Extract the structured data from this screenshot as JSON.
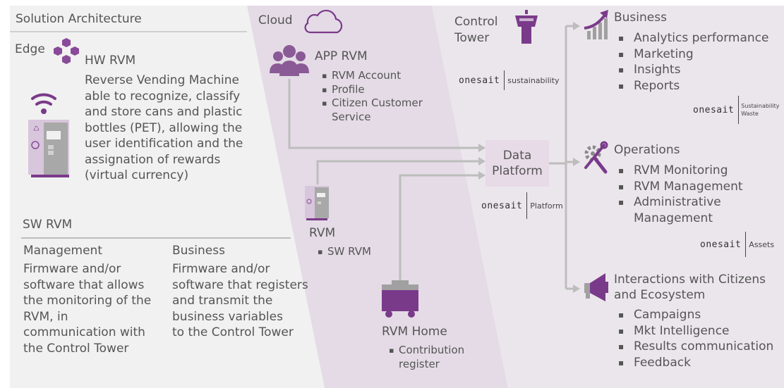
{
  "title": "Solution Architecture",
  "edge": {
    "label": "Edge",
    "hw_rvm": {
      "heading": "HW RVM",
      "lines": [
        "Reverse Vending Machine",
        "able to recognize, classify",
        "and store cans and plastic",
        "bottles (PET), allowing the",
        "user identification and the",
        "assignation of rewards",
        "(virtual currency)"
      ]
    },
    "sw_rvm": {
      "heading": "SW RVM",
      "management": {
        "heading": "Management",
        "lines": [
          "Firmware and/or",
          "software that allows",
          "the monitoring of the",
          "RVM, in",
          "communication with",
          "the Control Tower"
        ]
      },
      "business": {
        "heading": "Business",
        "lines": [
          "Firmware and/or",
          "software that registers",
          "and transmit the",
          "business variables",
          "to the Control Tower"
        ]
      }
    }
  },
  "cloud": {
    "label": "Cloud",
    "app_rvm": {
      "heading": "APP RVM",
      "items": [
        "RVM Account",
        "Profile",
        "Citizen Customer",
        "Service"
      ]
    },
    "rvm": {
      "heading": "RVM",
      "items": [
        "SW RVM"
      ]
    },
    "rvm_home": {
      "heading": "RVM Home",
      "items": [
        "Contribution",
        "register"
      ]
    }
  },
  "control_tower": {
    "label_line1": "Control",
    "label_line2": "Tower",
    "data_platform_line1": "Data",
    "data_platform_line2": "Platform",
    "onesait_brand": "onesait",
    "products": {
      "sustainability": "sustainability",
      "platform": "Platform",
      "sustainability_waste_line1": "Sustainability",
      "sustainability_waste_line2": "Waste",
      "assets": "Assets"
    },
    "business": {
      "heading": "Business",
      "items": [
        "Analytics performance",
        "Marketing",
        "Insights",
        "Reports"
      ]
    },
    "operations": {
      "heading": "Operations",
      "items": [
        "RVM Monitoring",
        "RVM Management",
        "Administrative",
        "Management"
      ]
    },
    "interactions": {
      "heading_line1": "Interactions with Citizens",
      "heading_line2": "and Ecosystem",
      "items": [
        "Campaigns",
        "Mkt Intelligence",
        "Results communication",
        "Feedback"
      ]
    }
  },
  "colors": {
    "edge_bg": "#f1f1f1",
    "cloud_bg": "#e4dbe6",
    "control_bg": "#ebe6ec",
    "purple": "#7a3a8a",
    "arrow": "#bdbdbd"
  }
}
